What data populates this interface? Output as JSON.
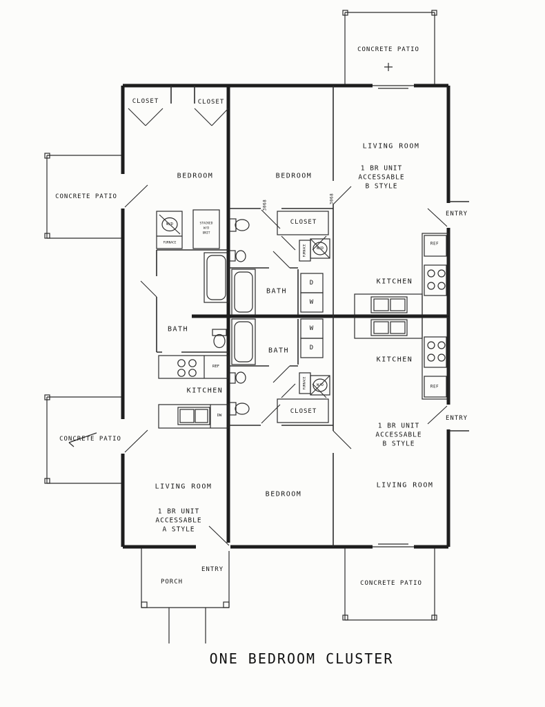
{
  "title": "ONE BEDROOM CLUSTER",
  "colors": {
    "ink": "#1d1d1d",
    "paper": "#fcfcfa"
  },
  "patios": {
    "top": "CONCRETE PATIO",
    "left_upper": "CONCRETE PATIO",
    "left_lower": "CONCRETE PATIO",
    "bottom_right": "CONCRETE PATIO"
  },
  "rooms": {
    "closet_left_a": "CLOSET",
    "closet_left_b": "CLOSET",
    "bedroom_left": "BEDROOM",
    "bedroom_mid_top": "BEDROOM",
    "bedroom_mid_bottom": "BEDROOM",
    "living_room_left": "LIVING ROOM",
    "living_room_right_top": "LIVING ROOM",
    "living_room_right_bottom": "LIVING ROOM",
    "bath_left": "BATH",
    "bath_mid_top": "BATH",
    "bath_mid_bottom": "BATH",
    "kitchen_left": "KITCHEN",
    "kitchen_right_top": "KITCHEN",
    "kitchen_right_bottom": "KITCHEN",
    "closet_mid_top": "CLOSET",
    "closet_mid_bottom": "CLOSET",
    "entry_right_top": "ENTRY",
    "entry_right_bottom": "ENTRY",
    "entry_left": "ENTRY",
    "porch": "PORCH"
  },
  "units": {
    "b_top": {
      "l1": "1 BR UNIT",
      "l2": "ACCESSABLE",
      "l3": "B STYLE"
    },
    "b_bottom": {
      "l1": "1 BR UNIT",
      "l2": "ACCESSABLE",
      "l3": "B STYLE"
    },
    "a_left": {
      "l1": "1 BR UNIT",
      "l2": "ACCESSABLE",
      "l3": "A STYLE"
    }
  },
  "fixtures": {
    "wd_left": "W/D",
    "furnace_left": "FURNACE",
    "stacked_wd": {
      "l1": "STACKED",
      "l2": "W/D",
      "l3": "UNIT"
    },
    "ref_left": "REF",
    "dw_left": "DW",
    "dryer_top": "D",
    "washer_top": "W",
    "washer_bottom": "W",
    "dryer_bottom": "D",
    "wd_mid_top": "W/D",
    "wd_mid_bottom": "W/D",
    "furnace_mid_top": "FURNACE",
    "furnace_mid_bottom": "FURNACE",
    "ref_right_top": "REF",
    "ref_right_bottom": "REF",
    "door_3068_a": "3068",
    "door_3068_b": "3068"
  }
}
